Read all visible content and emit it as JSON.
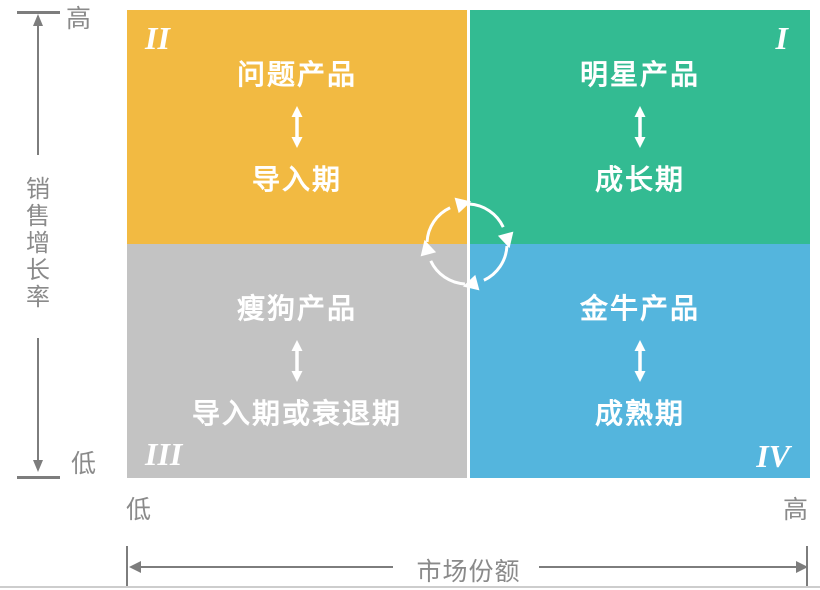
{
  "diagram": {
    "type": "bcg-matrix",
    "y_axis": {
      "title": "销售增长率",
      "top_label": "高",
      "bottom_label": "低"
    },
    "x_axis": {
      "title": "市场份额",
      "left_label": "低",
      "right_label": "高"
    },
    "quadrants": [
      {
        "position": "top-left",
        "numeral": "II",
        "product": "问题产品",
        "phase": "导入期",
        "color": "#F2BA42"
      },
      {
        "position": "top-right",
        "numeral": "I",
        "product": "明星产品",
        "phase": "成长期",
        "color": "#33BB92"
      },
      {
        "position": "bottom-left",
        "numeral": "III",
        "product": "瘦狗产品",
        "phase": "导入期或衰退期",
        "color": "#C3C3C3"
      },
      {
        "position": "bottom-right",
        "numeral": "IV",
        "product": "金牛产品",
        "phase": "成熟期",
        "color": "#54B5DD"
      }
    ],
    "center_icon": "cycle-arrows",
    "colors": {
      "axis": "#8A8A8A",
      "axis_line": "#7D7D7D",
      "quadrant_text": "#FFFFFF"
    }
  }
}
